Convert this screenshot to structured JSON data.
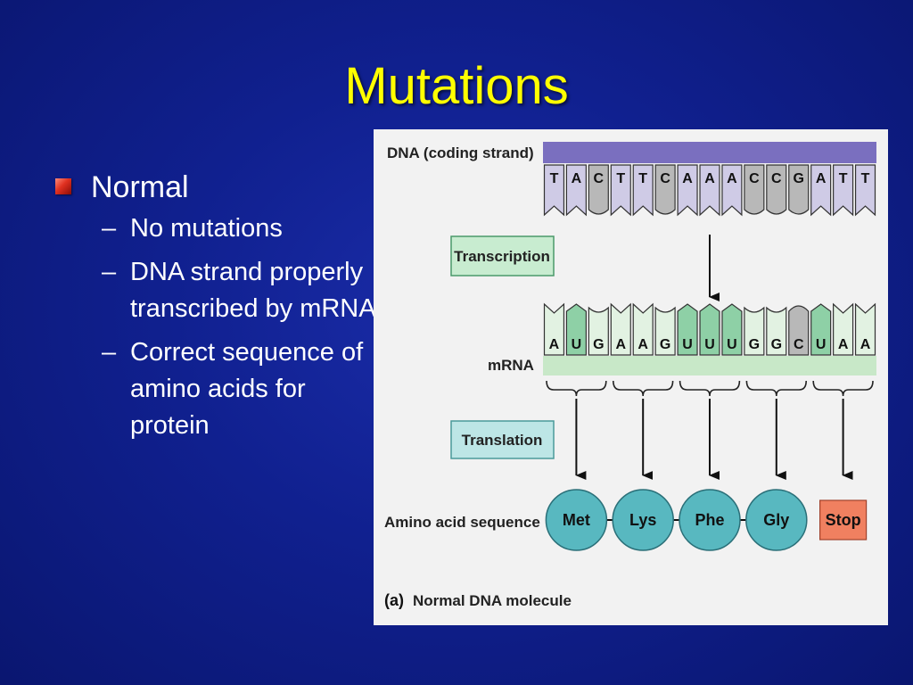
{
  "slide": {
    "title": "Mutations",
    "bullets": {
      "level1": "Normal",
      "level2": [
        "No mutations",
        "DNA strand properly transcribed by mRNA",
        "Correct sequence of amino acids for protein"
      ],
      "dash": "–"
    }
  },
  "diagram": {
    "dna_label": "DNA (coding strand)",
    "dna_bases": [
      "T",
      "A",
      "C",
      "T",
      "T",
      "C",
      "A",
      "A",
      "A",
      "C",
      "C",
      "G",
      "A",
      "T",
      "T"
    ],
    "transcription_label": "Transcription",
    "mrna_label": "mRNA",
    "mrna_bases": [
      "A",
      "U",
      "G",
      "A",
      "A",
      "G",
      "U",
      "U",
      "U",
      "G",
      "G",
      "C",
      "U",
      "A",
      "A"
    ],
    "translation_label": "Translation",
    "amino_label": "Amino acid sequence",
    "amino_acids": [
      "Met",
      "Lys",
      "Phe",
      "Gly"
    ],
    "stop_label": "Stop",
    "caption_letter": "(a)",
    "caption_text": "Normal DNA molecule"
  },
  "colors": {
    "title": "#ffff00",
    "dna_bar": "#7a6fbf",
    "dna_base_fill": "#cfcbe6",
    "mrna_bar": "#c8e8c8",
    "mrna_base_fill": "#e2f2e2",
    "uracil_fill": "#8ed0a6",
    "c_g_fill": "#b8b8b8",
    "box_transcription": "#c8ecd0",
    "box_translation": "#bde6e6",
    "amino_fill": "#58b8c0",
    "stop_fill": "#f08060"
  }
}
